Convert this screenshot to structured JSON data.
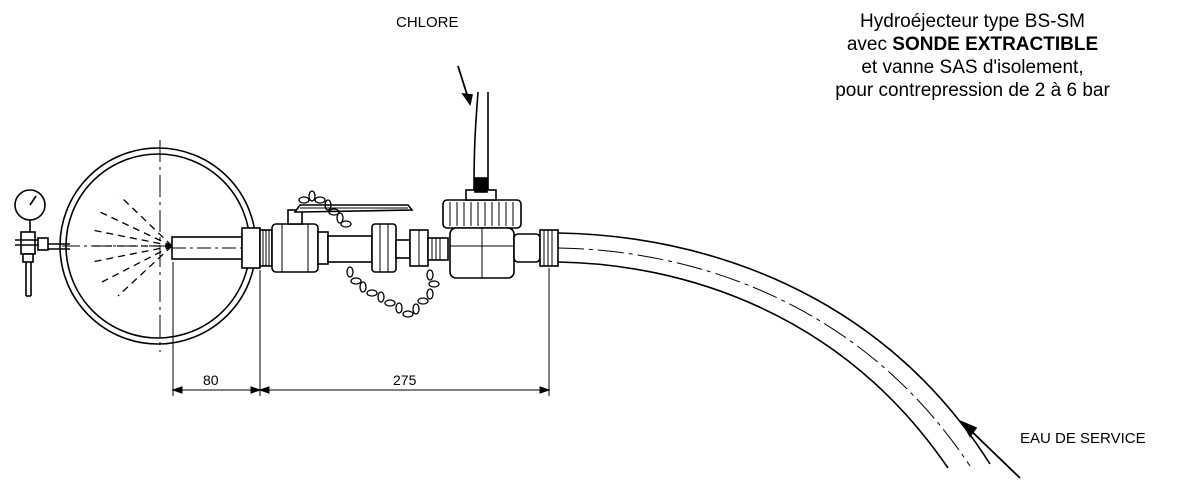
{
  "labels": {
    "chlore": "CHLORE",
    "eau_de_service": "EAU DE SERVICE"
  },
  "title": {
    "line1": "Hydroéjecteur type BS-SM",
    "line2_prefix": "avec ",
    "line2_bold": "SONDE EXTRACTIBLE",
    "line3": "et vanne SAS d'isolement,",
    "line4": "pour contrepression de 2 à 6 bar"
  },
  "dimensions": {
    "d1": "80",
    "d2": "275"
  },
  "colors": {
    "ink": "#000000",
    "background": "#ffffff"
  }
}
